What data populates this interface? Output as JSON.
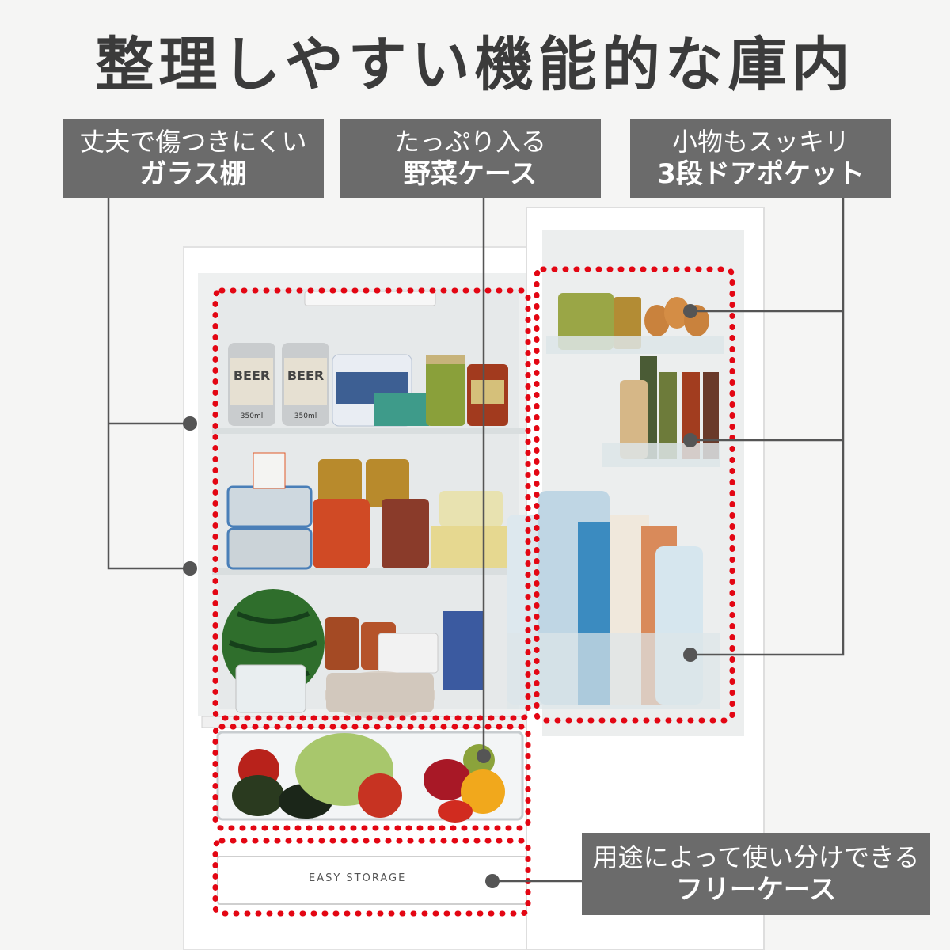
{
  "title": "整理しやすい機能的な庫内",
  "callouts": {
    "glass_shelf": {
      "line1": "丈夫で傷つきにくい",
      "line2": "ガラス棚"
    },
    "vegetable_case": {
      "line1": "たっぷり入る",
      "line2": "野菜ケース"
    },
    "door_pocket": {
      "line1": "小物もスッキリ",
      "line2": "3段ドアポケット"
    },
    "free_case": {
      "line1": "用途によって使い分けできる",
      "line2": "フリーケース"
    }
  },
  "product_labels": {
    "beer_1": "BEER",
    "beer_2": "BEER",
    "can_volume_1": "350ml",
    "can_volume_2": "350ml",
    "drawer_label": "EASY STORAGE"
  },
  "colors": {
    "callout_bg": "#6b6b6b",
    "highlight_dots": "#e30613",
    "connector": "#555555"
  }
}
